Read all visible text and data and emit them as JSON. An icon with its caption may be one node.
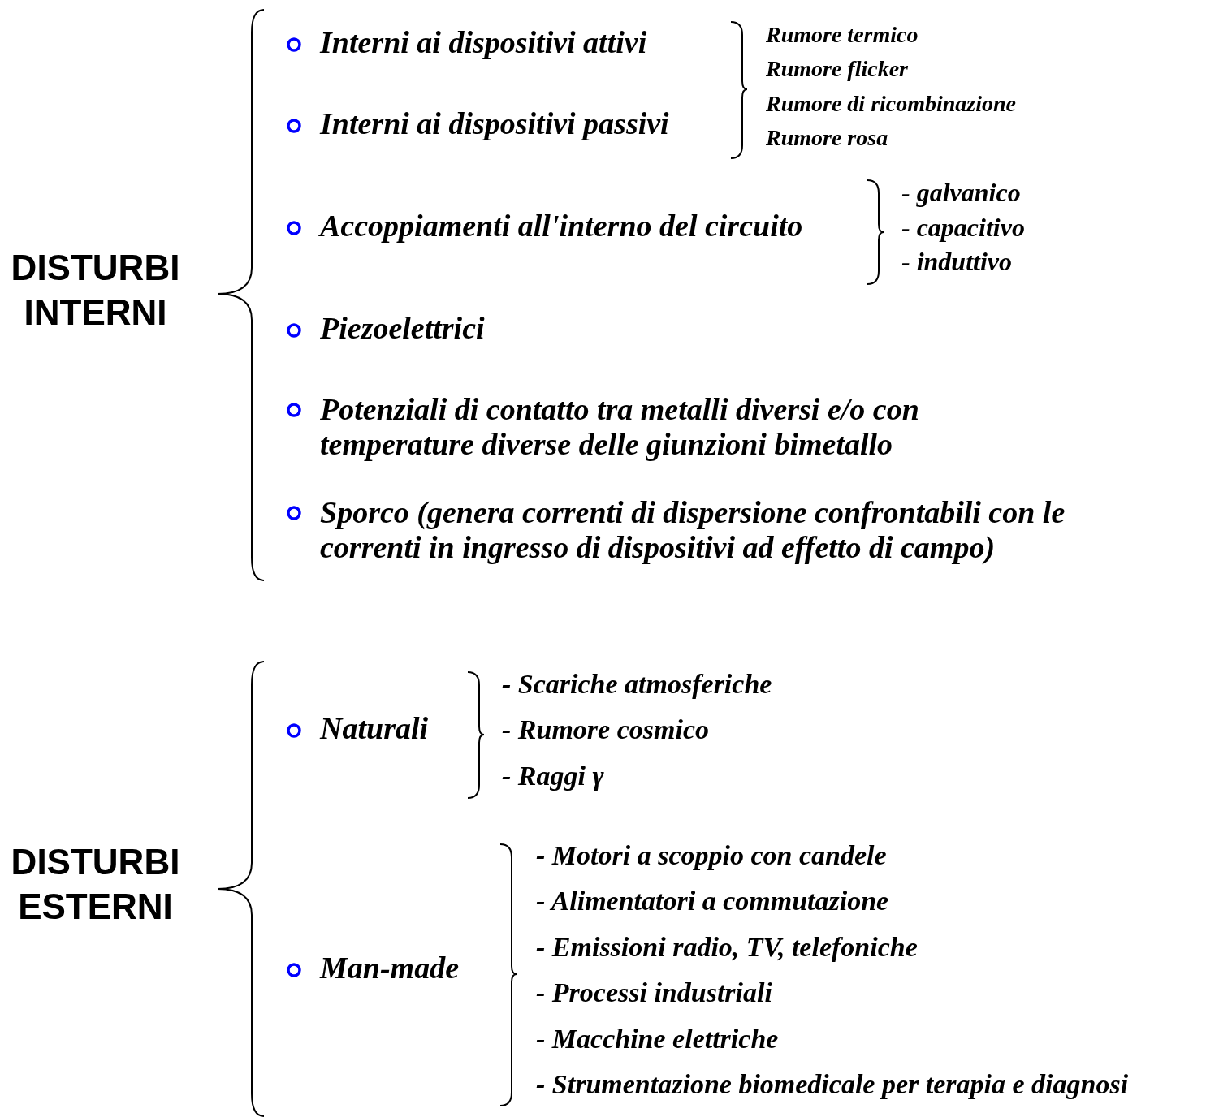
{
  "diagram": {
    "labels": [
      "DISTURBI INTERNI",
      "Interni ai dispositivi attivi",
      "Interni ai dispositivi passivi",
      "Rumore termico",
      "Rumore flicker",
      "Rumore di ricombinazione",
      "Rumore rosa",
      "Accoppiamenti all'interno del circuito",
      "- galvanico",
      "- capacitivo",
      "- induttivo",
      "Piezoelettrici",
      "Potenziali di contatto tra metalli diversi e/o con temperature diverse delle giunzioni bimetallo",
      "Sporco (genera correnti di dispersione confrontabili con le correnti in ingresso di dispositivi ad effetto di campo)",
      "DISTURBI ESTERNI",
      "Naturali",
      "- Scariche atmosferiche",
      "- Rumore cosmico",
      "- Raggi γ",
      "Man-made",
      "- Motori a scoppio con candele",
      "- Alimentatori a commutazione",
      "- Emissioni radio, TV, telefoniche",
      "- Processi industriali",
      "- Macchine elettriche",
      "- Strumentazione biomedicale per terapia e diagnosi"
    ]
  }
}
